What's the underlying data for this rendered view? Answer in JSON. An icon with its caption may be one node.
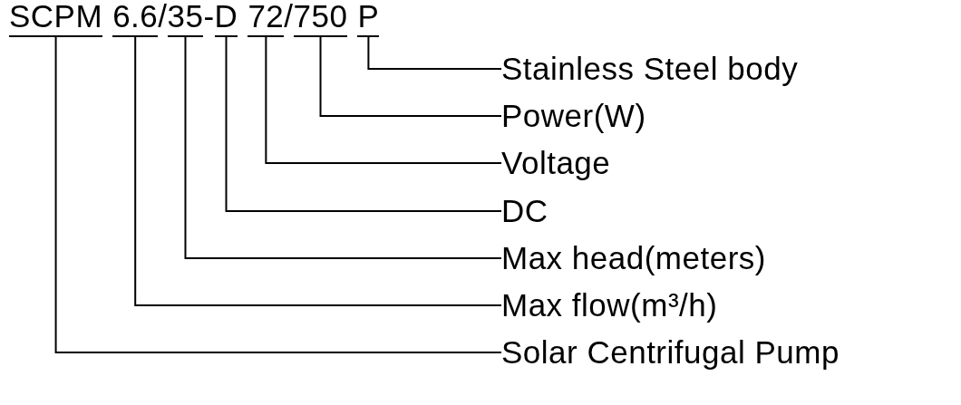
{
  "diagram": {
    "nodes": [
      {
        "text": [
          "SCPM"
        ]
      },
      {
        "text": [
          "6.6"
        ]
      },
      {
        "text": [
          "35"
        ]
      },
      {
        "text": [
          "D"
        ]
      },
      {
        "text": [
          "72"
        ]
      },
      {
        "text": [
          "750"
        ]
      },
      {
        "text": [
          "P"
        ]
      },
      {
        "text": [
          "Stainless Steel body"
        ]
      },
      {
        "text": [
          "Power(W)"
        ]
      },
      {
        "text": [
          "Voltage"
        ]
      },
      {
        "text": [
          "DC"
        ]
      },
      {
        "text": [
          "Max head(meters)"
        ]
      },
      {
        "text": [
          "Max flow(m³/h)"
        ]
      },
      {
        "text": [
          "Solar Centrifugal Pump"
        ]
      }
    ],
    "edges": [
      {
        "from": 7,
        "to": 6,
        "arrow": "none"
      },
      {
        "from": 8,
        "to": 5,
        "arrow": "none"
      },
      {
        "from": 9,
        "to": 4,
        "arrow": "none"
      },
      {
        "from": 10,
        "to": 3,
        "arrow": "none"
      },
      {
        "from": 11,
        "to": 2,
        "arrow": "none"
      },
      {
        "from": 12,
        "to": 1,
        "arrow": "none"
      },
      {
        "from": 13,
        "to": 0,
        "arrow": "none"
      }
    ],
    "labels": [
      "/",
      "-",
      "/"
    ]
  }
}
